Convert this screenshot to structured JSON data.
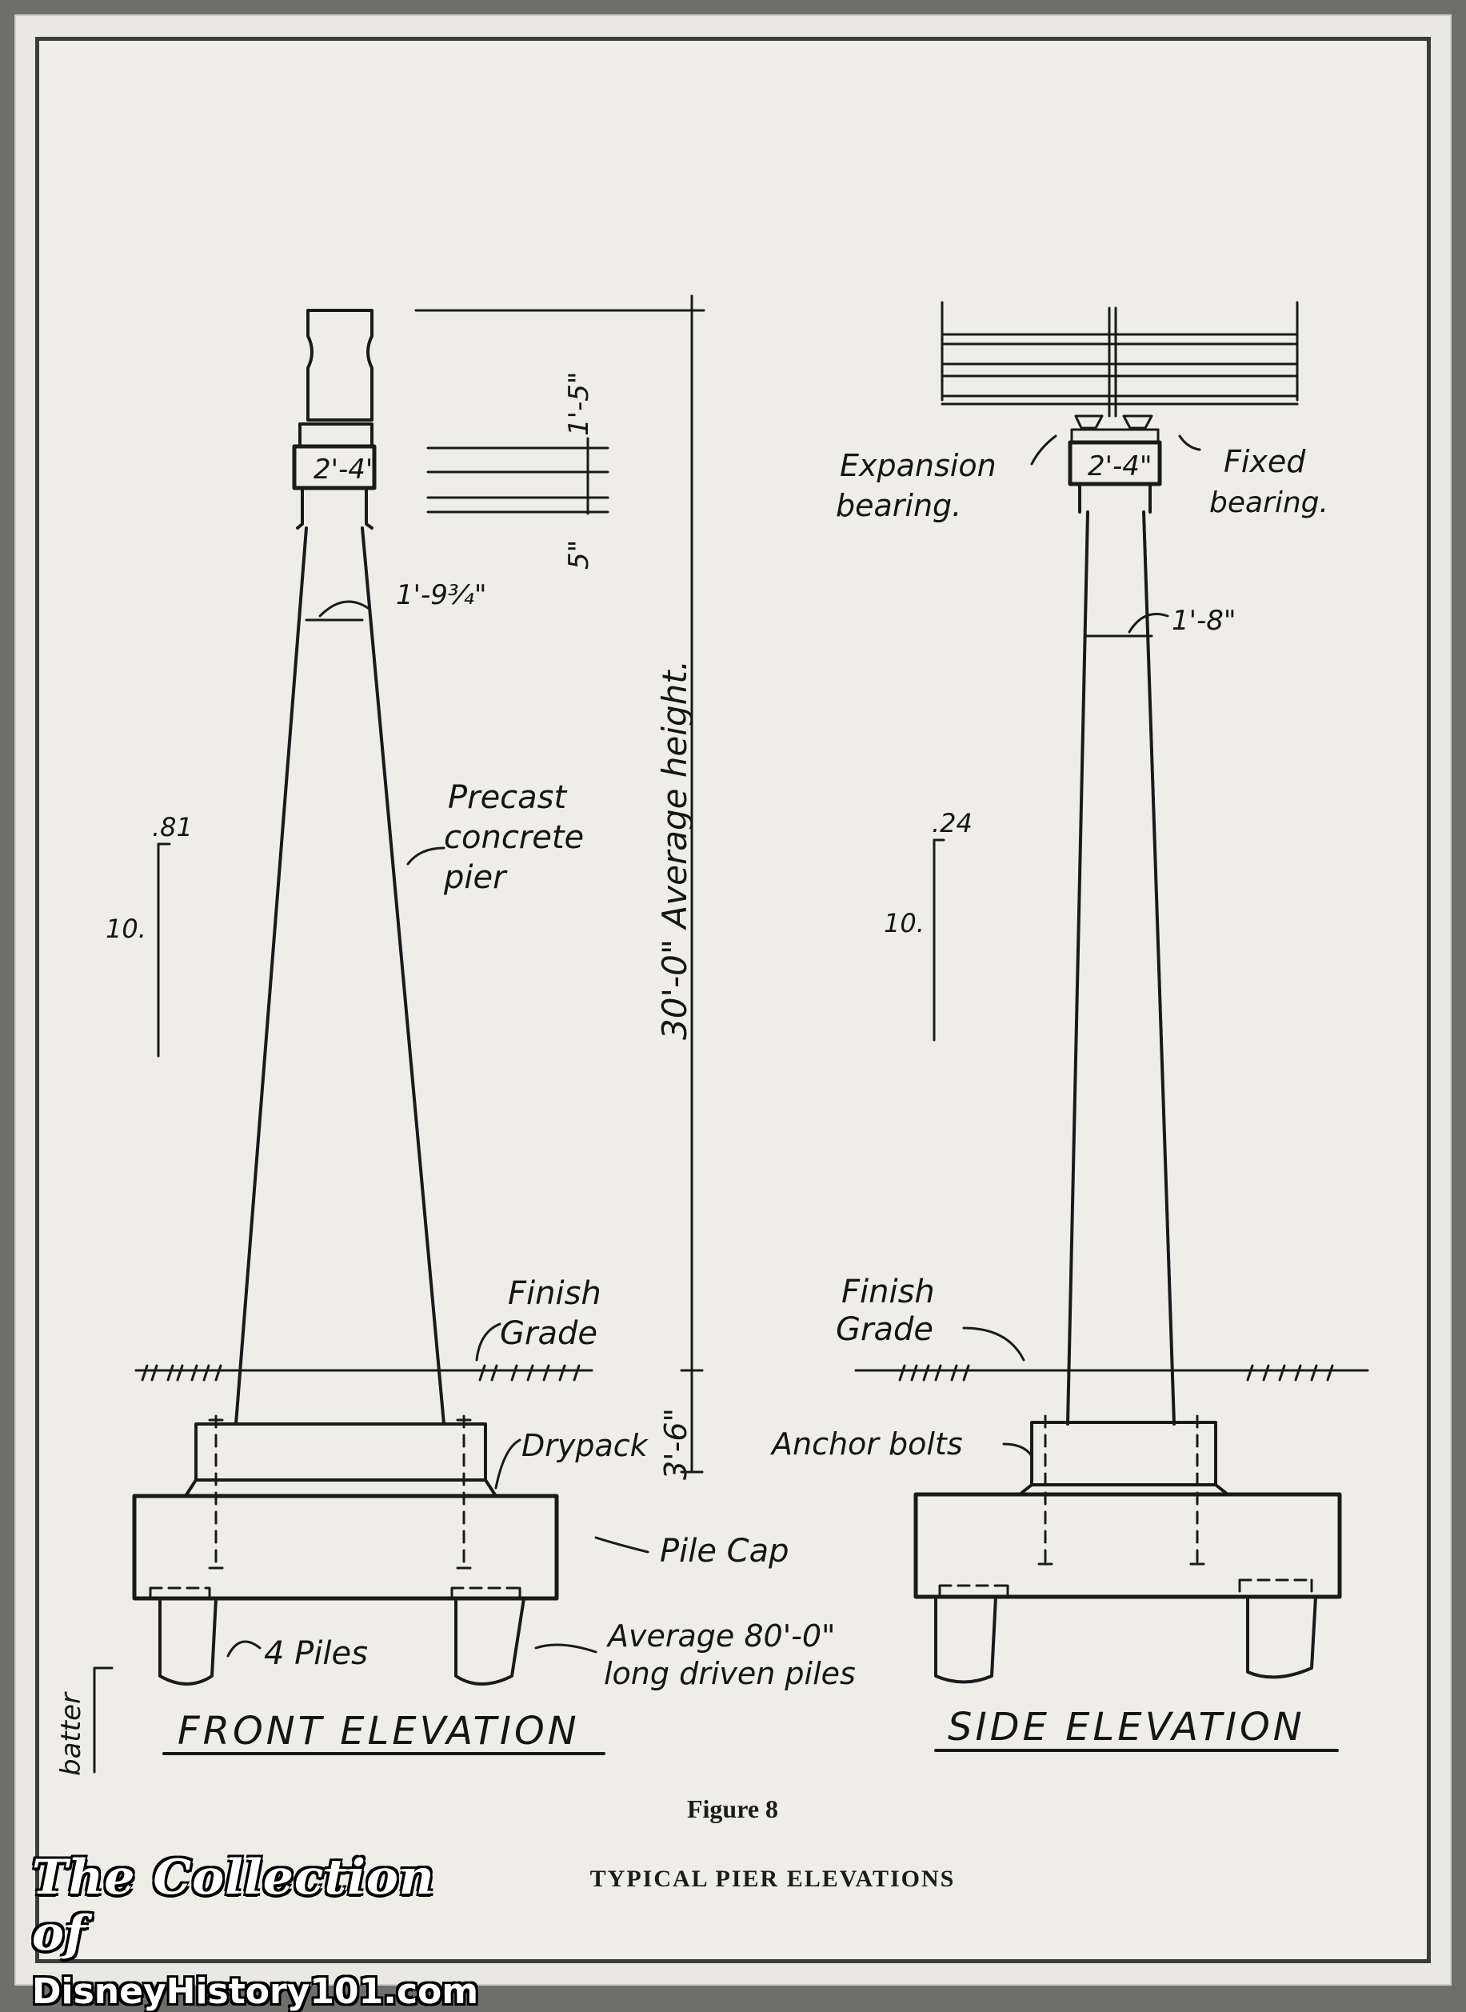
{
  "figure": {
    "number": "Figure 8",
    "caption": "TYPICAL PIER ELEVATIONS"
  },
  "front_elevation": {
    "title": "FRONT ELEVATION",
    "dim_top_width": "2'-4\"",
    "dim_cap_height": "1'-5\"",
    "dim_gap": "5\"",
    "dim_neck_width": "1'-9¾\"",
    "dim_overall_height": "30'-0\" Average height.",
    "dim_footing_height": "3'-6\"",
    "label_pier_1": "Precast",
    "label_pier_2": "concrete",
    "label_pier_3": "pier",
    "label_grade_1": "Finish",
    "label_grade_2": "Grade",
    "label_drypack": "Drypack",
    "label_pile_cap": "Pile Cap",
    "label_piles": "4 Piles",
    "label_driven_1": "Average 80'-0\"",
    "label_driven_2": "long driven piles",
    "batter_top": ".81",
    "batter_side": "10.",
    "batter_word": "batter"
  },
  "side_elevation": {
    "title": "SIDE ELEVATION",
    "dim_top_width": "2'-4\"",
    "dim_neck_width": "1'-8\"",
    "label_expansion_1": "Expansion",
    "label_expansion_2": "bearing.",
    "label_fixed_1": "Fixed",
    "label_fixed_2": "bearing.",
    "label_grade_1": "Finish",
    "label_grade_2": "Grade",
    "label_anchor": "Anchor bolts",
    "batter_top": ".24",
    "batter_side": "10."
  },
  "watermark": {
    "line1": "The Collection of",
    "line2": "DisneyHistory101.com"
  }
}
